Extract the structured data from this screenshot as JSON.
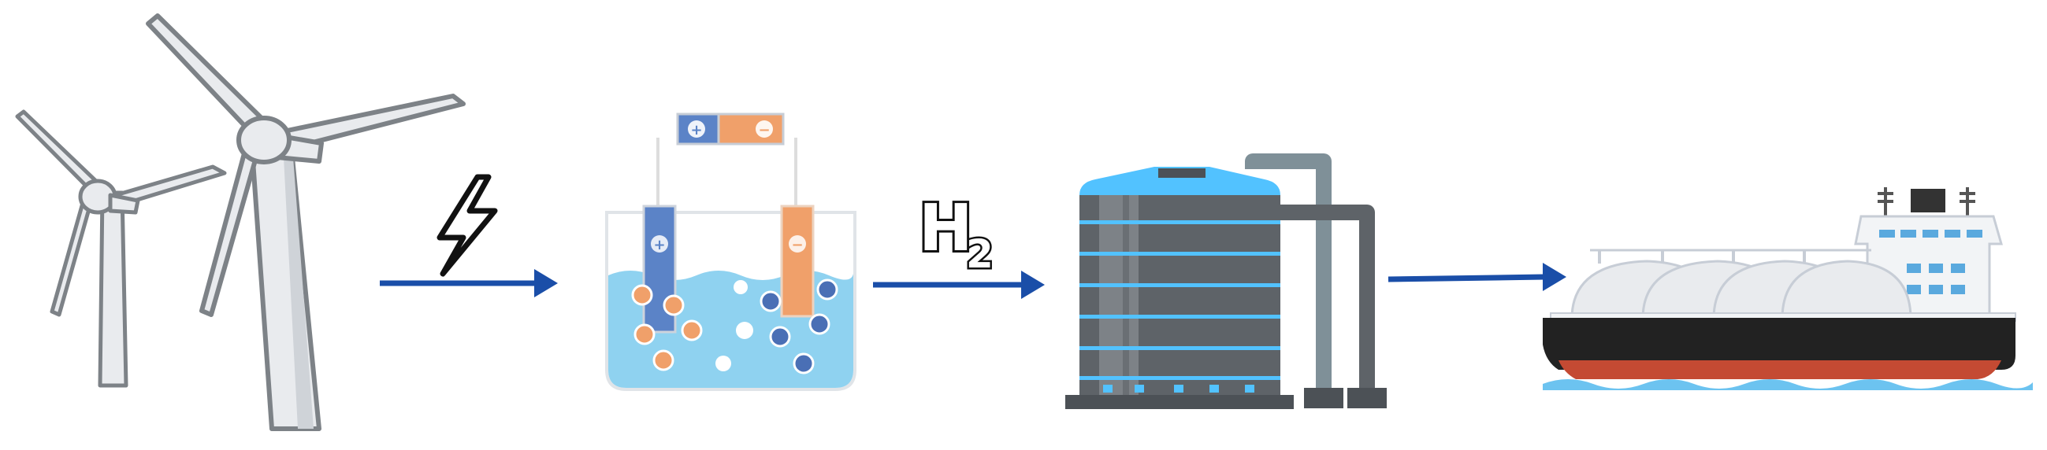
{
  "diagram": {
    "steps": [
      {
        "id": "wind",
        "icon": "wind-turbine-icon"
      },
      {
        "id": "electrolysis",
        "icon": "electrolysis-beaker-icon"
      },
      {
        "id": "storage",
        "icon": "hydrogen-storage-tank-icon"
      },
      {
        "id": "transport",
        "icon": "lng-carrier-ship-icon"
      }
    ],
    "connectors": [
      {
        "from": "wind",
        "to": "electrolysis",
        "symbol": "lightning-bolt-icon"
      },
      {
        "from": "electrolysis",
        "to": "storage",
        "label": "H",
        "label_sub": "2"
      },
      {
        "from": "storage",
        "to": "transport"
      }
    ],
    "battery_signs": [
      "+",
      "−"
    ],
    "electrode_signs": [
      "+",
      "−"
    ]
  },
  "colors": {
    "arrow": "#1a4ea8",
    "turbine": "#e9ebee",
    "turbine_outline": "#7d8287",
    "water": "#8fd2f0",
    "anode": "#5b83c7",
    "cathode": "#f0a06a",
    "tank_body": "#5e6368",
    "tank_band": "#52c2ff",
    "pipe": "#7f9098",
    "hull": "#222222",
    "hull_stripe": "#c44a33",
    "sea": "#6cc3f0"
  }
}
